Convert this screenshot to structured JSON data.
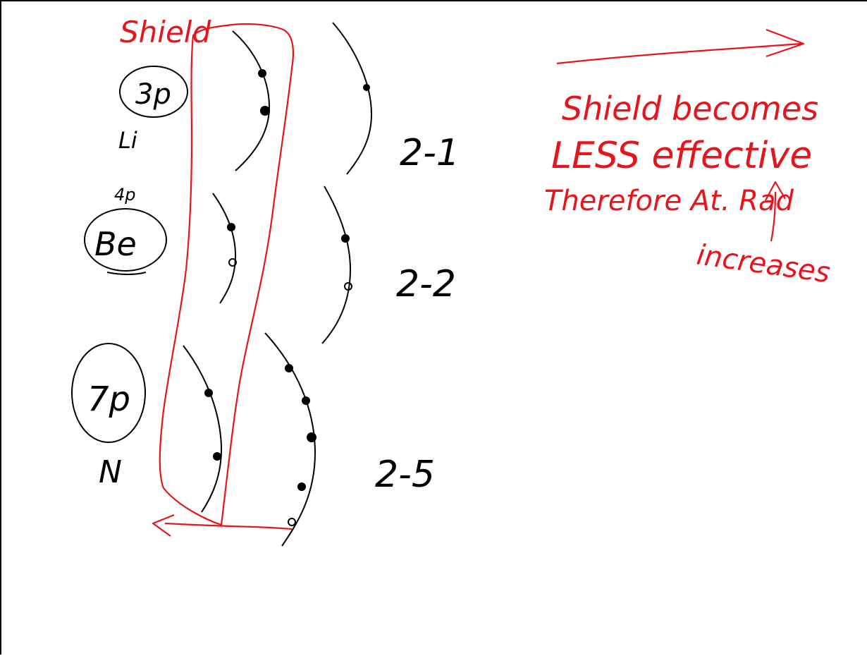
{
  "notes": {
    "shield_label": "Shield",
    "li_config": "3p",
    "li_symbol": "Li",
    "be_config_top": "4p",
    "be_symbol": "Be",
    "n_config": "7p",
    "n_symbol": "N",
    "row1_label": "2-1",
    "row2_label": "2-2",
    "row3_label": "2-5",
    "line1": "Shield becomes",
    "line2": "LESS effective",
    "line3": "Therefore At. Rad",
    "line4": "increases"
  },
  "colors": {
    "black_ink": "#000000",
    "red_ink": "#e8141c"
  }
}
